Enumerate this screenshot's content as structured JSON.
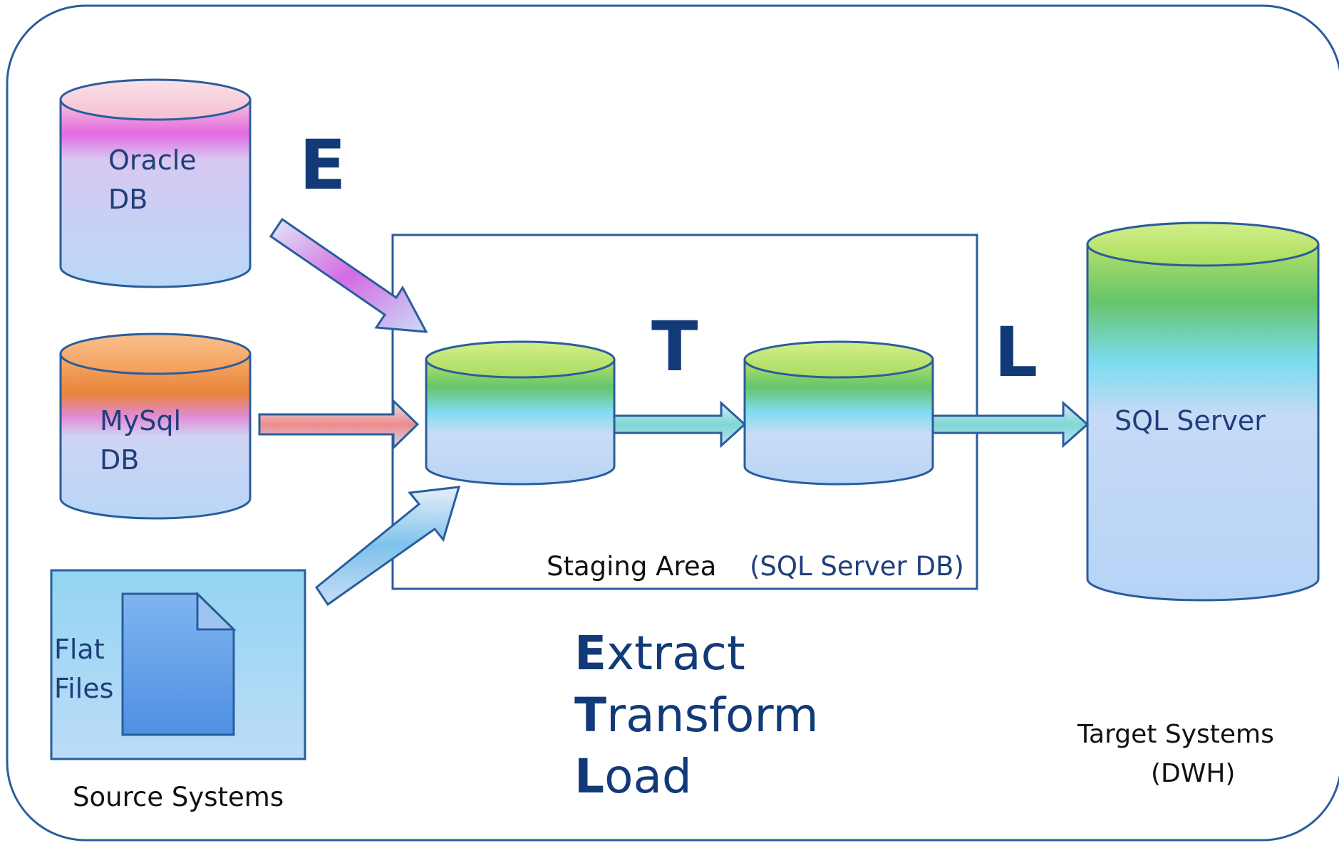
{
  "sources": {
    "oracle": {
      "line1": "Oracle",
      "line2": "DB"
    },
    "mysql": {
      "line1": "MySql",
      "line2": "DB"
    },
    "flat": {
      "line1": "Flat",
      "line2": "Files"
    },
    "caption": "Source Systems"
  },
  "letters": {
    "e": "E",
    "t": "T",
    "l": "L"
  },
  "staging": {
    "label": "Staging Area",
    "db_note": "(SQL Server DB)"
  },
  "target": {
    "db_label": "SQL Server",
    "caption_line1": "Target Systems",
    "caption_line2": "(DWH)"
  },
  "legend": [
    {
      "initial": "E",
      "rest": "xtract"
    },
    {
      "initial": "T",
      "rest": "ransform"
    },
    {
      "initial": "L",
      "rest": "oad"
    }
  ],
  "colors": {
    "border": "#2a5d9c",
    "text": "#1f3f7a",
    "accent": "#123a78"
  }
}
